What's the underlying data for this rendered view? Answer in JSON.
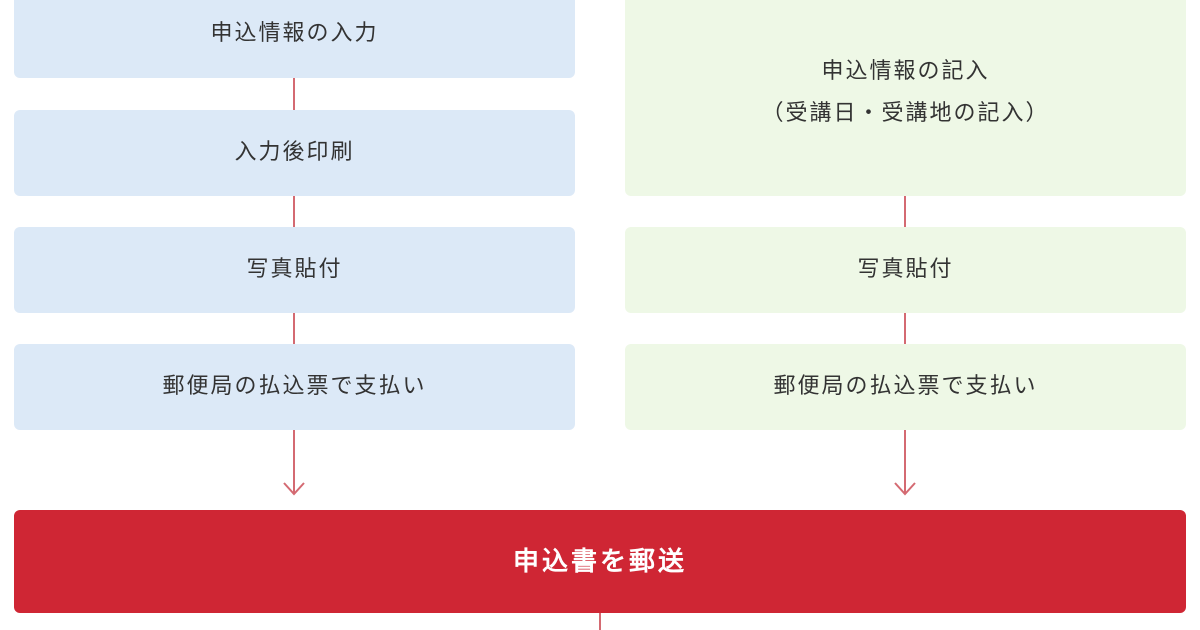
{
  "flow": {
    "left_steps": [
      {
        "label": "申込情報の入力"
      },
      {
        "label": "入力後印刷"
      },
      {
        "label": "写真貼付"
      },
      {
        "label": "郵便局の払込票で支払い"
      }
    ],
    "right_steps": [
      {
        "line1": "申込情報の記入",
        "line2": "（受講日・受講地の記入）"
      },
      {
        "label": "写真貼付"
      },
      {
        "label": "郵便局の払込票で支払い"
      }
    ],
    "final_step": {
      "label": "申込書を郵送"
    }
  },
  "colors": {
    "left_box": "#dce9f7",
    "right_box": "#eef8e6",
    "final_box": "#cf2634",
    "connector": "#d46a72"
  }
}
